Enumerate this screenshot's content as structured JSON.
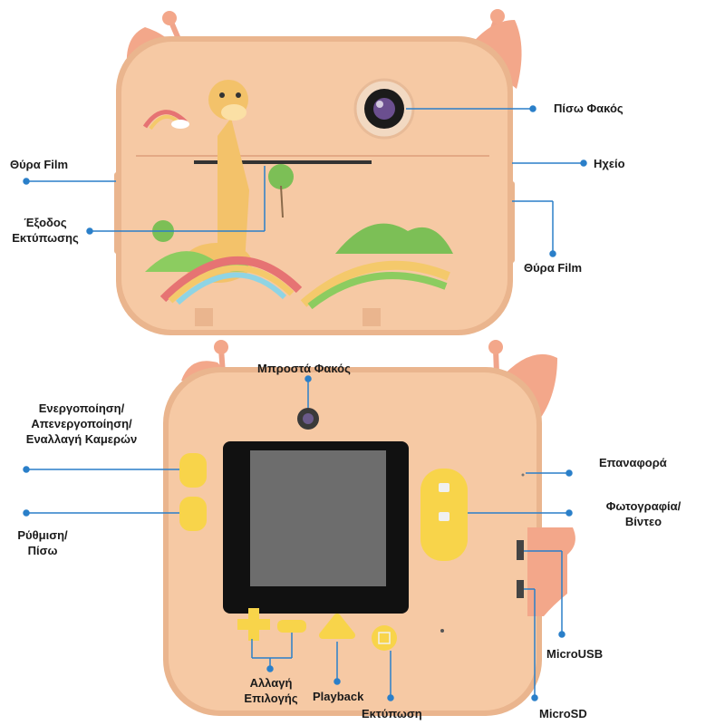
{
  "labels": {
    "rear_lens": "Πίσω Φακός",
    "film_door_left": "Θύρα Film",
    "speaker": "Ηχείο",
    "print_exit_line1": "Έξοδος",
    "print_exit_line2": "Εκτύπωσης",
    "film_door_right": "Θύρα Film",
    "front_lens": "Μπροστά Φακός",
    "power_line1": "Ενεργοποίηση/",
    "power_line2": "Απενεργοποίηση/",
    "power_line3": "Εναλλαγή Καμερών",
    "reset": "Επαναφορά",
    "settings_line1": "Ρύθμιση/",
    "settings_line2": "Πίσω",
    "photo_video_line1": "Φωτογραφία/",
    "photo_video_line2": "Βίντεο",
    "microusb": "MicroUSB",
    "change_option_line1": "Αλλαγή",
    "change_option_line2": "Επιλογής",
    "playback": "Playback",
    "print": "Εκτύπωση",
    "microsd": "MicroSD"
  },
  "colors": {
    "body": "#f6c9a4",
    "body_dark": "#eab58e",
    "ears": "#f3a78a",
    "buttons": "#f8d44a",
    "callout_line": "#2a7fc9",
    "screen_frame": "#111111",
    "screen": "#6d6d6d"
  }
}
